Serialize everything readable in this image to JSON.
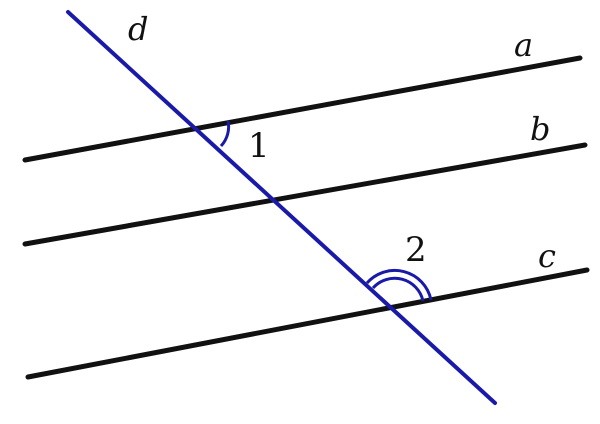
{
  "labels": {
    "line_a": "a",
    "line_b": "b",
    "line_c": "c",
    "line_d": "d",
    "angle_1": "1",
    "angle_2": "2"
  },
  "colors": {
    "parallel_lines": "#111111",
    "transversal": "#1a1aa8",
    "angle_arcs": "#1a1aa8",
    "background": "#ffffff"
  }
}
